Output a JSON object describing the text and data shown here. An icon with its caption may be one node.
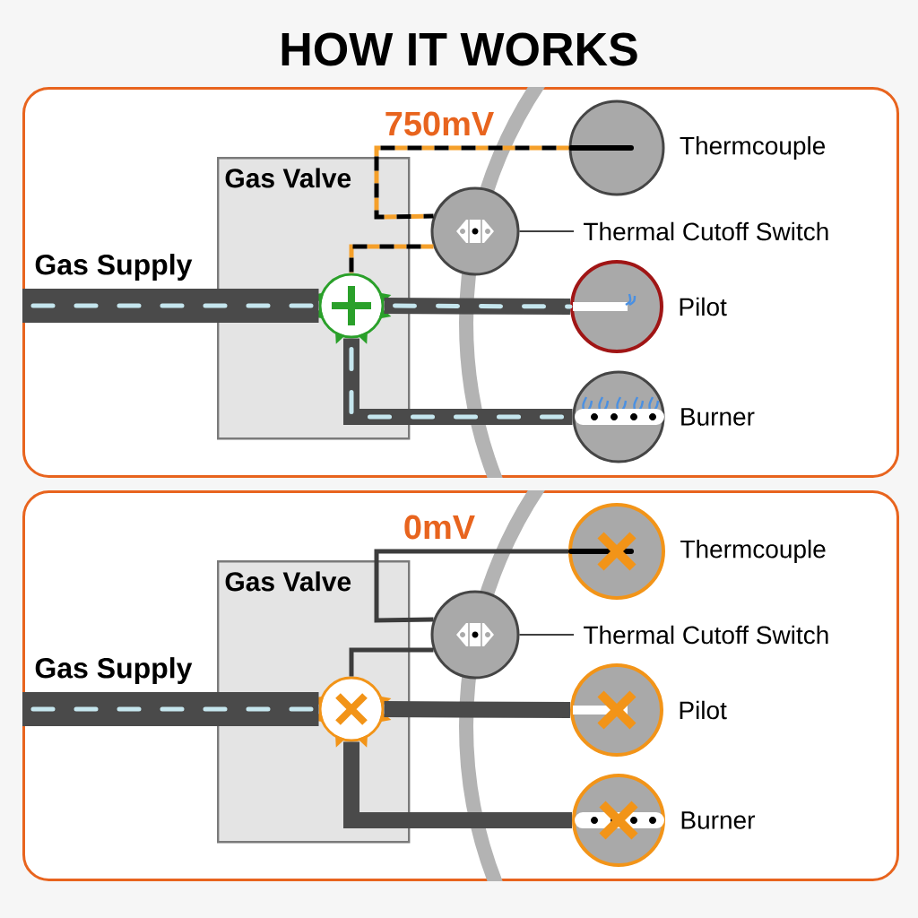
{
  "diagram": {
    "title": "HOW IT WORKS",
    "nodes": [
      {
        "text": [],
        "shape": "box"
      },
      {
        "text": [
          "Gas Valve"
        ]
      },
      {
        "text": [],
        "shape": "circle",
        "in": 1
      },
      {
        "text": [],
        "shape": "circle",
        "in": 0,
        "beside": [
          "Thermcouple"
        ]
      },
      {
        "text": [],
        "shape": "circle",
        "in": 0
      },
      {
        "text": [
          "Thermal Cutoff Switch"
        ],
        "in": 0
      },
      {
        "text": [],
        "shape": "circle",
        "in": 0,
        "beside": [
          "Pilot"
        ]
      },
      {
        "text": [],
        "shape": "circle",
        "beside": [
          "Burner"
        ]
      },
      {
        "text": [],
        "shape": "box"
      },
      {
        "text": [
          "Gas Valve"
        ]
      },
      {
        "text": [],
        "shape": "circle",
        "in": 9
      },
      {
        "text": [],
        "shape": "circle",
        "beside": [
          "Thermcouple"
        ]
      },
      {
        "text": [],
        "shape": "circle",
        "in": 8
      },
      {
        "text": [
          "Thermal Cutoff Switch"
        ]
      },
      {
        "text": [],
        "shape": "circle",
        "in": 8,
        "beside": [
          "Pilot"
        ]
      },
      {
        "text": [],
        "shape": "circle",
        "in": 8,
        "beside": [
          "Burner"
        ]
      }
    ],
    "edges": [
      {
        "from": 0,
        "to": 2,
        "arrow": "none",
        "style": "thick"
      },
      {
        "from": 3,
        "to": 4,
        "arrow": "none",
        "label": "750mV",
        "style": "dashed",
        "color": "#f5a02a"
      },
      {
        "from": 4,
        "to": 2,
        "arrow": "none",
        "style": "dashed",
        "color": "#f5a02a"
      },
      {
        "from": 5,
        "to": 4,
        "arrow": "none"
      },
      {
        "from": 2,
        "to": 6,
        "arrow": "none",
        "style": "thick"
      },
      {
        "from": 2,
        "to": 7,
        "arrow": "none",
        "style": "thick"
      },
      {
        "from": 8,
        "to": 10,
        "arrow": "none",
        "style": "thick"
      },
      {
        "from": 11,
        "to": 12,
        "arrow": "none",
        "label": "0mV"
      },
      {
        "from": 12,
        "to": 10,
        "arrow": "none"
      },
      {
        "from": 13,
        "to": 12,
        "arrow": "none"
      },
      {
        "from": 10,
        "to": 14,
        "arrow": "none",
        "style": "thick"
      },
      {
        "from": 10,
        "to": 15,
        "arrow": "none",
        "style": "thick"
      }
    ],
    "labels": [
      "Gas Supply",
      "Gas Supply"
    ]
  }
}
